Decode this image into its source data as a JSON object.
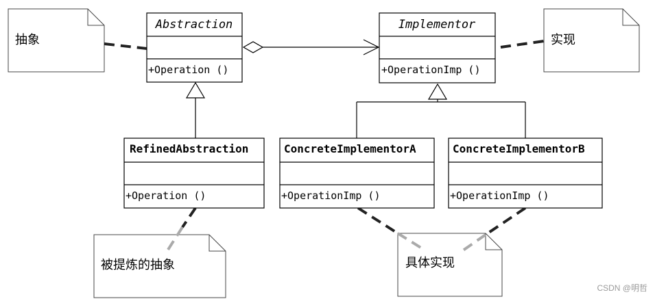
{
  "classes": {
    "abstraction": {
      "name": "Abstraction",
      "op": "+Operation ()"
    },
    "implementor": {
      "name": "Implementor",
      "op": "+OperationImp ()"
    },
    "refined": {
      "name": "RefinedAbstraction",
      "op": "+Operation ()"
    },
    "concrete_a": {
      "name": "ConcreteImplementorA",
      "op": "+OperationImp ()"
    },
    "concrete_b": {
      "name": "ConcreteImplementorB",
      "op": "+OperationImp ()"
    }
  },
  "notes": {
    "abstraction": "抽象",
    "implementor": "实现",
    "refined": "被提炼的抽象",
    "concrete": "具体实现"
  },
  "watermark": "CSDN @明哲"
}
